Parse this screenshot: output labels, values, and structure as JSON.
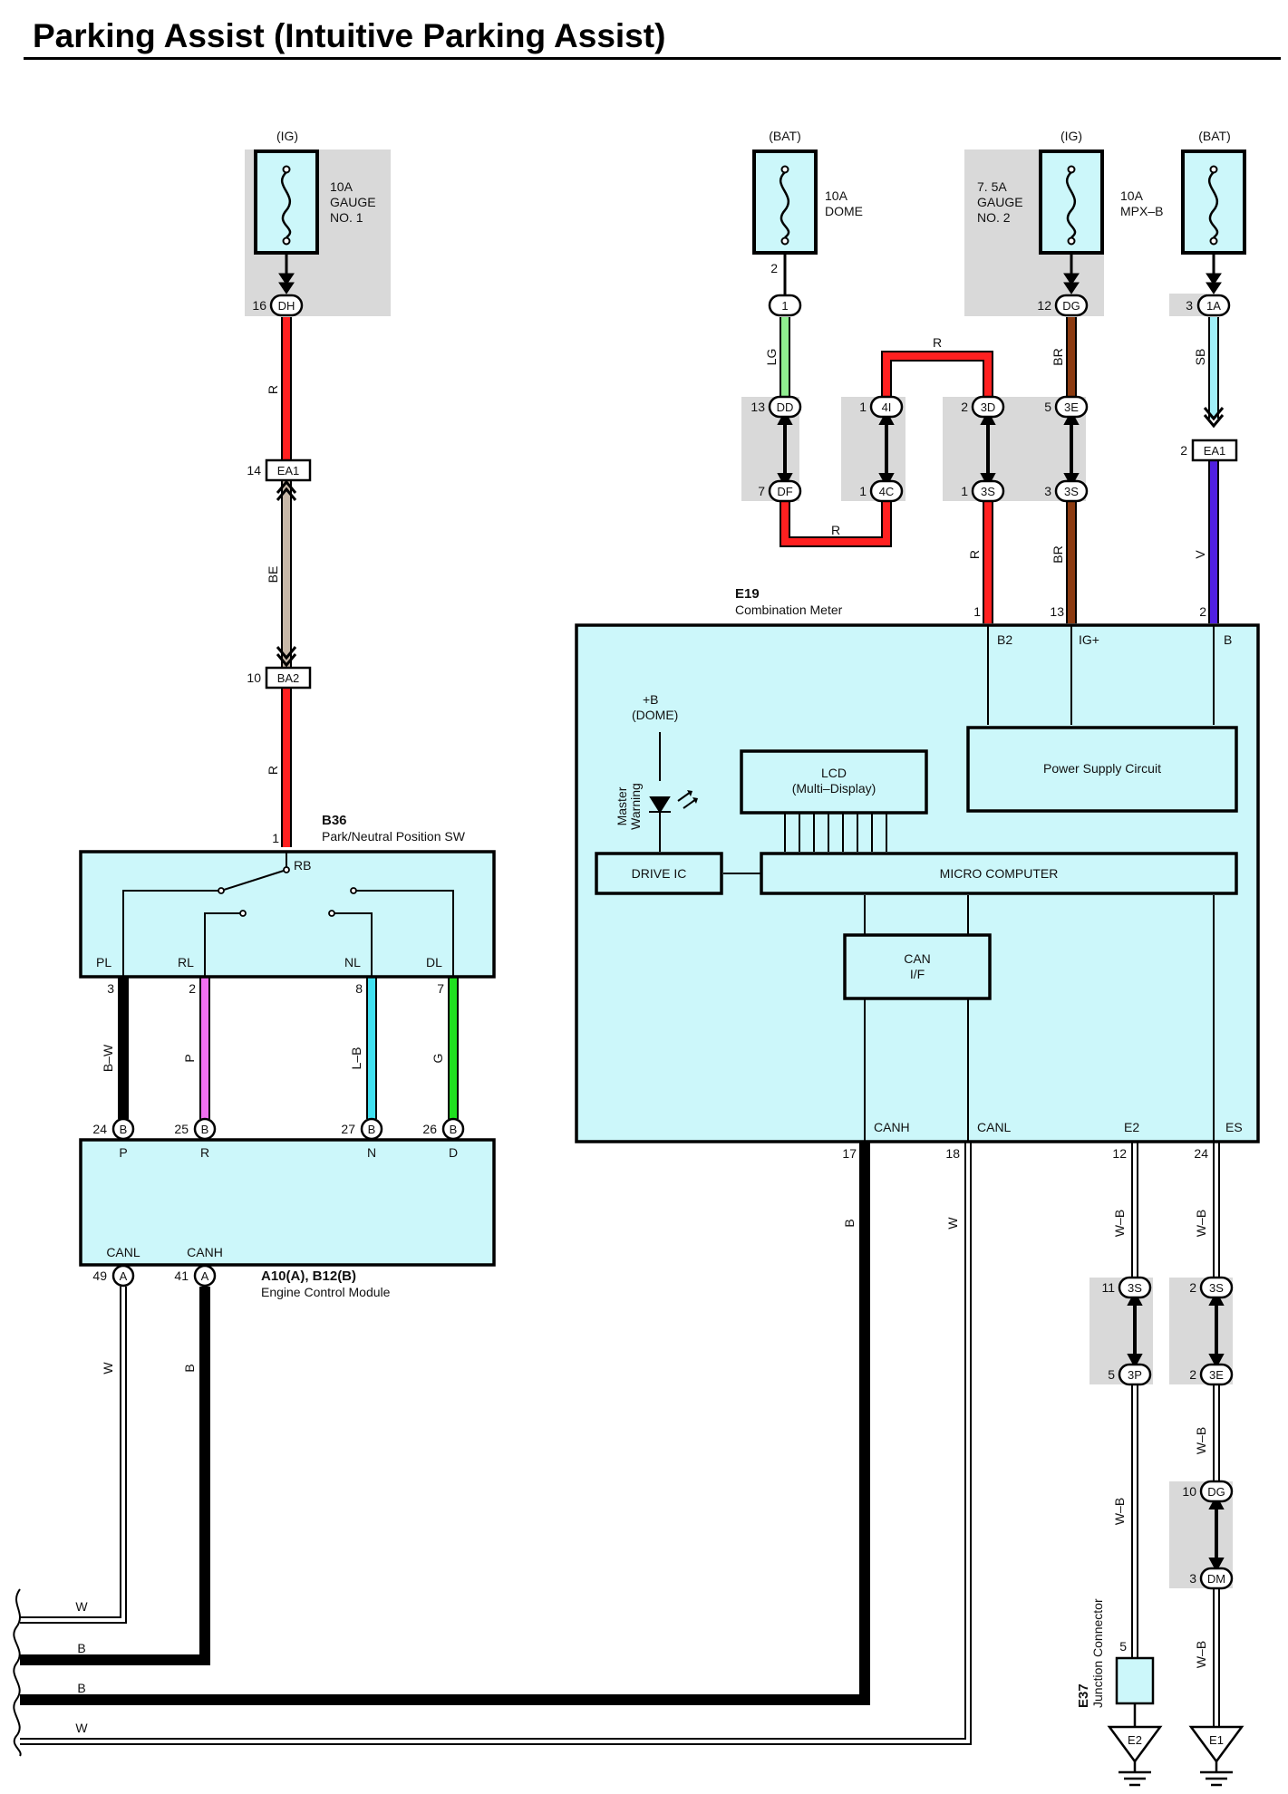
{
  "title": "Parking Assist (Intuitive Parking Assist)",
  "colors": {
    "component_fill": "#ccf7fa",
    "shade": "#d9d9d9",
    "wire_R": "#ff2020",
    "wire_LG": "#90ee90",
    "wire_BR": "#8b3a10",
    "wire_SB": "#a0f0f8",
    "wire_V": "#5020e0",
    "wire_BE": "#c8b8a8",
    "wire_P": "#f070f0",
    "wire_LB": "#40e0f0",
    "wire_G": "#20e020",
    "wire_B": "#000000",
    "wire_W": "#ffffff",
    "wire_WB": "#ffffff"
  },
  "fuses": [
    {
      "source": "(IG)",
      "rating": "10A",
      "name_lines": [
        "GAUGE",
        "NO. 1"
      ]
    },
    {
      "source": "(BAT)",
      "rating": "10A",
      "name_lines": [
        "DOME"
      ]
    },
    {
      "source": "(IG)",
      "rating": "7. 5A",
      "name_lines": [
        "GAUGE",
        "NO. 2"
      ]
    },
    {
      "source": "(BAT)",
      "rating": "10A",
      "name_lines": [
        "MPX–B"
      ]
    }
  ],
  "wire_colors": {
    "R": "R",
    "BE": "BE",
    "LG": "LG",
    "BR": "BR",
    "SB": "SB",
    "V": "V",
    "BW": "B–W",
    "P": "P",
    "LB": "L–B",
    "G": "G",
    "B": "B",
    "W": "W",
    "WB": "W–B"
  },
  "connectors": {
    "DH": "DH",
    "EA1": "EA1",
    "BA2": "BA2",
    "c1": "1",
    "DD": "DD",
    "DF": "DF",
    "4I": "4I",
    "4C": "4C",
    "3D": "3D",
    "3S": "3S",
    "3E": "3E",
    "DG": "DG",
    "1A": "1A",
    "3P": "3P",
    "DM": "DM",
    "B": "B",
    "A": "A"
  },
  "pins": {
    "p16": "16",
    "p14": "14",
    "p10": "10",
    "p1": "1",
    "p2": "2",
    "p3": "3",
    "p13": "13",
    "p7": "7",
    "p5": "5",
    "p12": "12",
    "p8": "8",
    "p24": "24",
    "p25": "25",
    "p27": "27",
    "p26": "26",
    "p49": "49",
    "p41": "41",
    "p17": "17",
    "p18": "18",
    "p11": "11"
  },
  "b36": {
    "code": "B36",
    "name": "Park/Neutral Position SW",
    "terminals": [
      "RB",
      "PL",
      "RL",
      "NL",
      "DL"
    ]
  },
  "ecm": {
    "code": "A10(A), B12(B)",
    "name": "Engine Control Module",
    "terminals": [
      "P",
      "R",
      "N",
      "D",
      "CANL",
      "CANH"
    ]
  },
  "e19": {
    "code": "E19",
    "name": "Combination Meter",
    "terminals": [
      "B2",
      "IG+",
      "B",
      "CANH",
      "CANL",
      "E2",
      "ES"
    ],
    "blocks": {
      "power": "Power Supply Circuit",
      "lcd_1": "LCD",
      "lcd_2": "(Multi–Display)",
      "drive_ic": "DRIVE IC",
      "micro": "MICRO COMPUTER",
      "can_1": "CAN",
      "can_2": "I/F",
      "dome_1": "+B",
      "dome_2": "(DOME)",
      "warn_1": "Master",
      "warn_2": "Warning"
    }
  },
  "e37": {
    "code": "E37",
    "name": "Junction Connector",
    "pin": "5"
  },
  "grounds": [
    "E2",
    "E1"
  ]
}
